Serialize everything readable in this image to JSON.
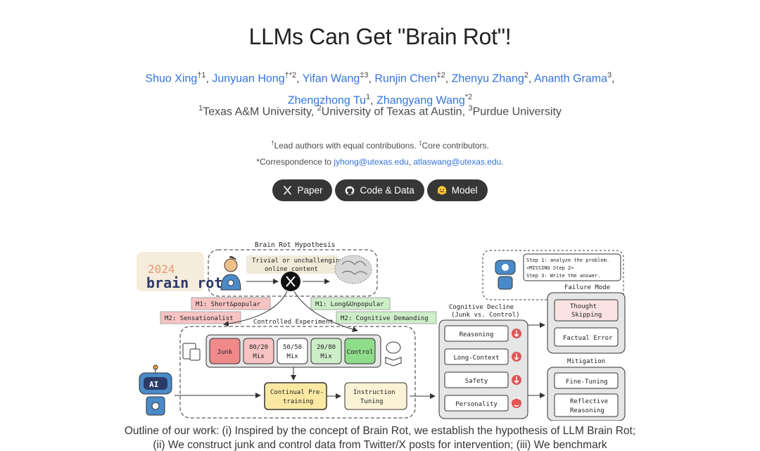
{
  "title": "LLMs Can Get \"Brain Rot\"!",
  "authors": [
    {
      "name": "Shuo Xing",
      "sup": "†1"
    },
    {
      "name": "Junyuan Hong",
      "sup": "†*2"
    },
    {
      "name": "Yifan Wang",
      "sup": "‡3"
    },
    {
      "name": "Runjin Chen",
      "sup": "‡2"
    },
    {
      "name": "Zhenyu Zhang",
      "sup": "2"
    },
    {
      "name": "Ananth Grama",
      "sup": "3"
    },
    {
      "name": "Zhengzhong Tu",
      "sup": "1"
    },
    {
      "name": "Zhangyang Wang",
      "sup": "*2"
    }
  ],
  "affiliations": [
    {
      "sup": "1",
      "name": "Texas A&M University,"
    },
    {
      "sup": "2",
      "name": "University of Texas at Austin,"
    },
    {
      "sup": "3",
      "name": "Purdue University"
    }
  ],
  "notes": {
    "lead_sup": "†",
    "lead_text": "Lead authors with equal contributions.",
    "core_sup": "‡",
    "core_text": "Core contributors.",
    "corr_prefix": "*Correspondence to",
    "email1": "jyhong@utexas.edu",
    "email2": "atlaswang@utexas.edu"
  },
  "buttons": [
    {
      "label": "Paper",
      "icon": "arxiv-icon"
    },
    {
      "label": "Code & Data",
      "icon": "github-icon"
    },
    {
      "label": "Model",
      "icon": "huggingface-icon"
    }
  ],
  "figure": {
    "badge_year": "2024",
    "badge_text": "brain rot",
    "hypothesis_title": "Brain Rot Hypothesis",
    "hypothesis_text1": "Trivial or unchallenging",
    "hypothesis_text2": "online content",
    "m1_left": "M1: Short&popular",
    "m2_left": "M2: Sensationalist",
    "m1_right": "M1: Long&Unpopular",
    "m2_right": "M2: Cognitive Demanding",
    "controlled_title": "Controlled Experiment",
    "mix": [
      {
        "line1": "Junk",
        "line2": "",
        "color": "#f08a8a"
      },
      {
        "line1": "80/20",
        "line2": "Mix",
        "color": "#f7c3c3"
      },
      {
        "line1": "50/50",
        "line2": "Mix",
        "color": "#ffffff"
      },
      {
        "line1": "20/80",
        "line2": "Mix",
        "color": "#cdeec8"
      },
      {
        "line1": "Control",
        "line2": "",
        "color": "#8fdc8a"
      }
    ],
    "ai_label": "AI",
    "continual1": "Continual Pre-",
    "continual2": "training",
    "instruction1": "Instruction",
    "instruction2": "Tuning",
    "decline_title1": "Cognitive Decline",
    "decline_title2": "(Junk vs. Control)",
    "decline_items": [
      "Reasoning",
      "Long-Context",
      "Safety",
      "Personality"
    ],
    "step1": "Step 1: analyze the problem.",
    "step2": "<MISSING Step 2>",
    "step3": "Step 3: Write the answer.",
    "failure_title": "Failure Mode",
    "failure_items": [
      [
        "Thought",
        "Skipping"
      ],
      [
        "Factual Error",
        ""
      ]
    ],
    "mitigation_title": "Mitigation",
    "mitigation_items": [
      [
        "Fine-Tuning",
        ""
      ],
      [
        "Reflective",
        "Reasoning"
      ]
    ]
  },
  "caption": "Outline of our work: (i) Inspired by the concept of Brain Rot, we establish the hypothesis of LLM Brain Rot; (ii) We construct junk and control data from Twitter/X posts for intervention; (iii) We benchmark",
  "colors": {
    "link": "#3273dc",
    "button": "#363636",
    "junk": "#f08a8a",
    "control": "#8fdc8a",
    "down_arrow": "#e05555"
  }
}
